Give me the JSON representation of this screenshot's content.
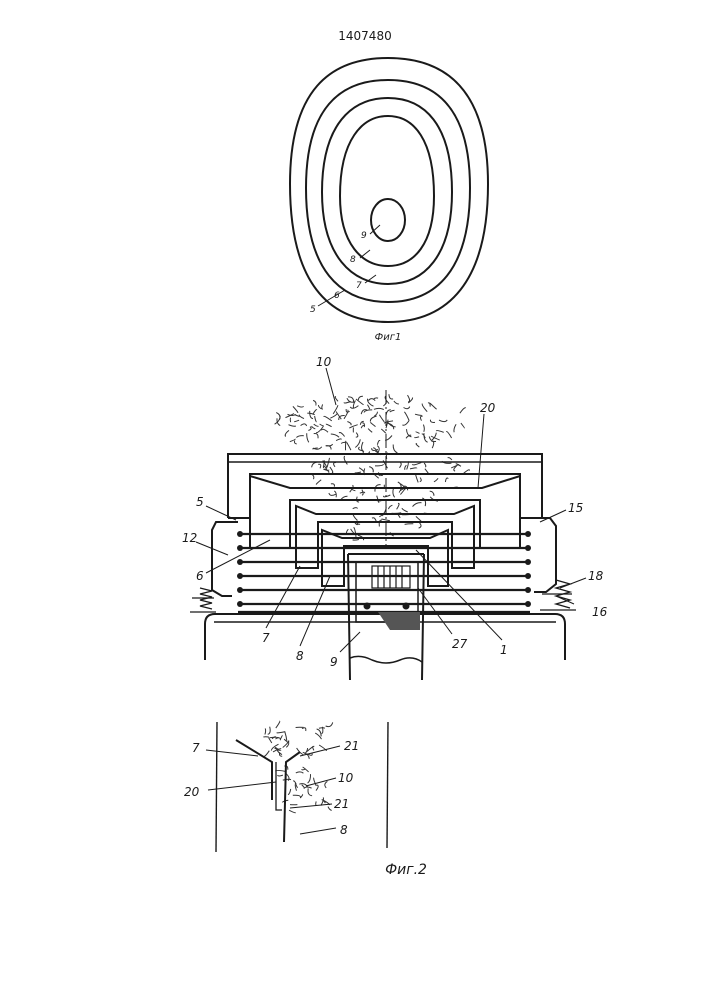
{
  "document": {
    "patent_number": "1407480",
    "fig1_caption": "Фиг1",
    "fig2_caption": "Фиг.2"
  },
  "fig1": {
    "labels": [
      "9",
      "8",
      "7",
      "5",
      "6"
    ]
  },
  "fig2_main": {
    "labels": [
      "10",
      "20",
      "5",
      "15",
      "12",
      "6",
      "18",
      "16",
      "7",
      "8",
      "9",
      "27",
      "1"
    ]
  },
  "fig2_detail": {
    "labels": [
      "7",
      "21",
      "10",
      "20",
      "21",
      "8"
    ]
  }
}
